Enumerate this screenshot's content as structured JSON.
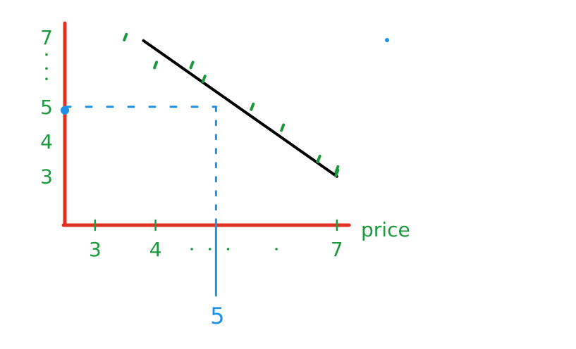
{
  "chart_data": {
    "type": "scatter",
    "title": "",
    "xlabel": "price",
    "ylabel": "",
    "xlim": [
      2.5,
      7.2
    ],
    "ylim": [
      1.6,
      7.4
    ],
    "x_ticks": [
      {
        "value": 3,
        "label": "3"
      },
      {
        "value": 4,
        "label": "4"
      },
      {
        "value": 7,
        "label": "7"
      }
    ],
    "y_ticks": [
      {
        "value": 7,
        "label": "7"
      },
      {
        "value": 5,
        "label": "5"
      },
      {
        "value": 4,
        "label": "4"
      },
      {
        "value": 3,
        "label": "3"
      }
    ],
    "points": {
      "x": [
        3.5,
        4.0,
        4.6,
        4.8,
        5.6,
        6.1,
        6.7,
        7.0,
        7.0
      ],
      "y": [
        7.0,
        6.2,
        6.2,
        5.8,
        5.0,
        4.4,
        3.5,
        3.2,
        3.1
      ]
    },
    "trend_line": {
      "x": [
        3.8,
        7.0
      ],
      "y": [
        6.9,
        3.0
      ]
    },
    "annotation": {
      "x": 5.0,
      "y": 5.0,
      "x_label": "5",
      "color": "#1e90e6"
    },
    "colors": {
      "axes": "#e03020",
      "points": "#1a9a3a",
      "trend": "#000000",
      "annotation": "#1e90e6"
    },
    "grid": false
  }
}
